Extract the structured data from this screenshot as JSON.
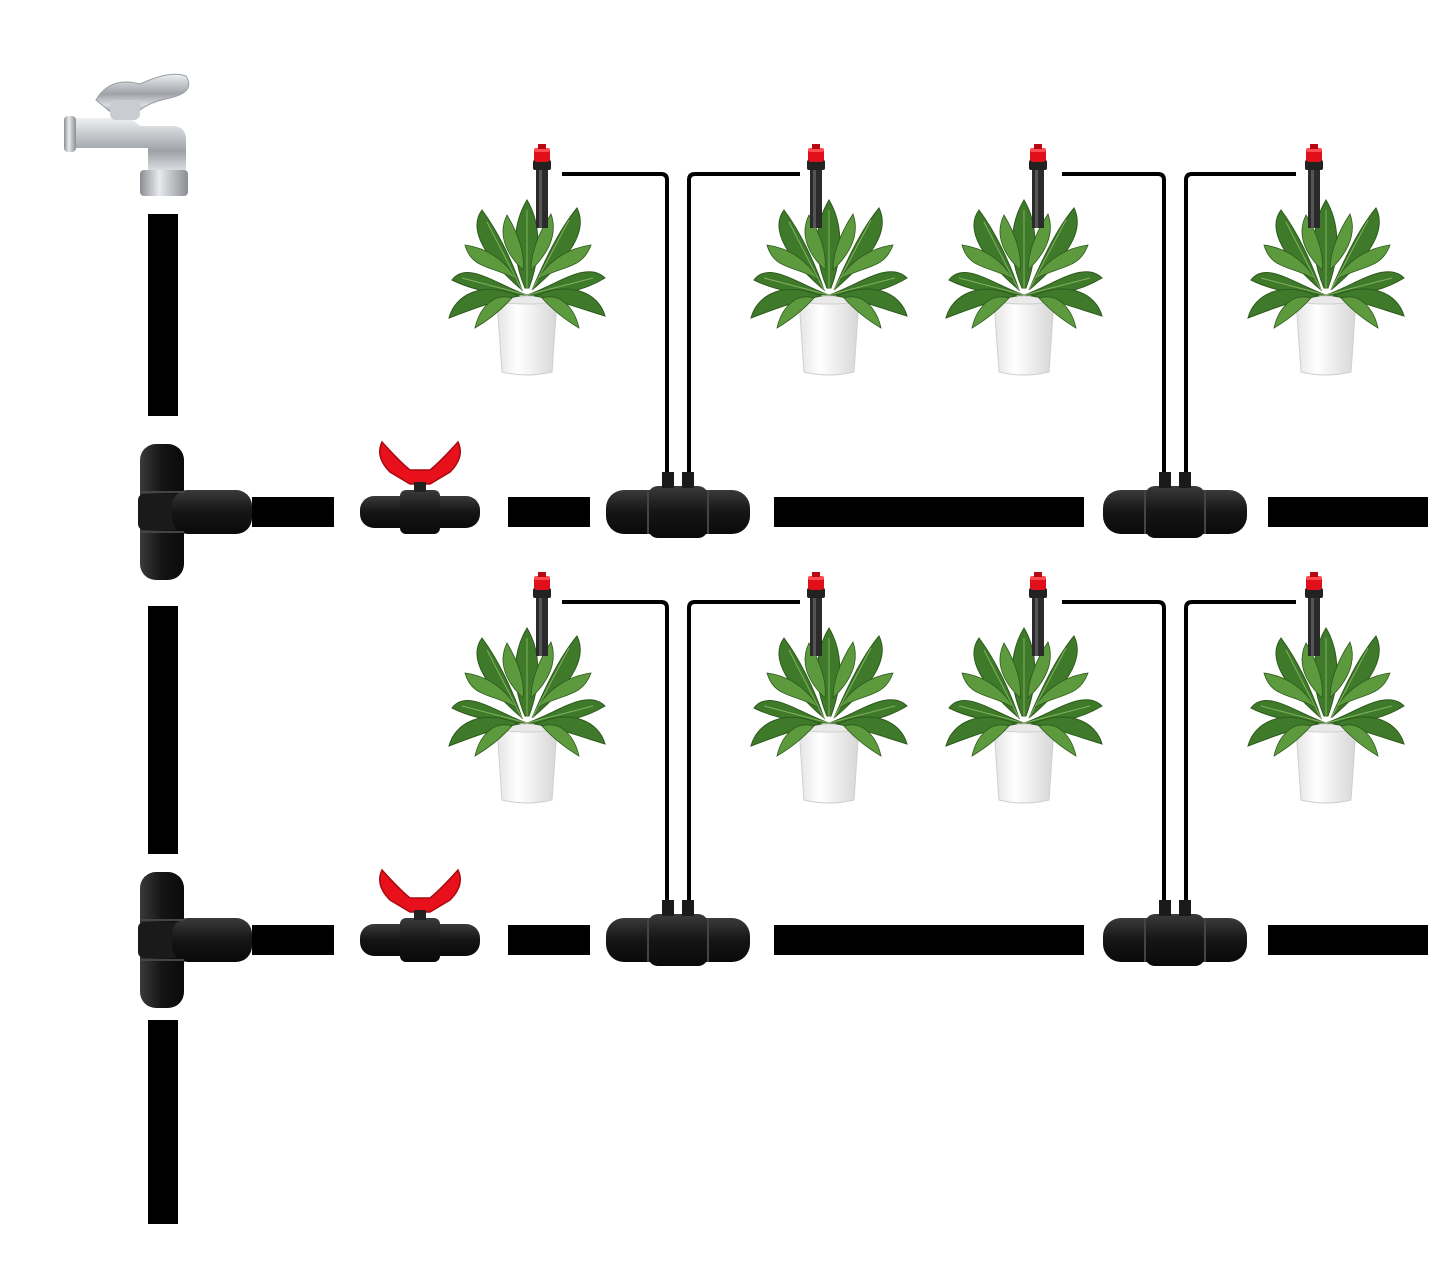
{
  "diagram": {
    "kind": "drip-irrigation-layout",
    "components": {
      "source": "faucet-icon",
      "main_line": "main-pipe",
      "branch_fitting": "tee-connector",
      "shutoff": "ball-valve",
      "takeoff": "tap-tee-connector",
      "feeder": "micro-tube",
      "emitter": "sprinkler-stake",
      "target": "potted-plant"
    },
    "rows": [
      {
        "id": "row-1",
        "valves": 1,
        "tap_tees": 2,
        "plants": 4
      },
      {
        "id": "row-2",
        "valves": 1,
        "tap_tees": 2,
        "plants": 4
      }
    ],
    "colors": {
      "pipe": "#000000",
      "fitting": "#1c1c1c",
      "valve_handle": "#e8101b",
      "emitter_cap": "#d8101b",
      "leaf": "#3f7a2a",
      "leaf_light": "#6aa84f",
      "pot": "#f4f4f4",
      "faucet": "#b9bcc0"
    }
  }
}
